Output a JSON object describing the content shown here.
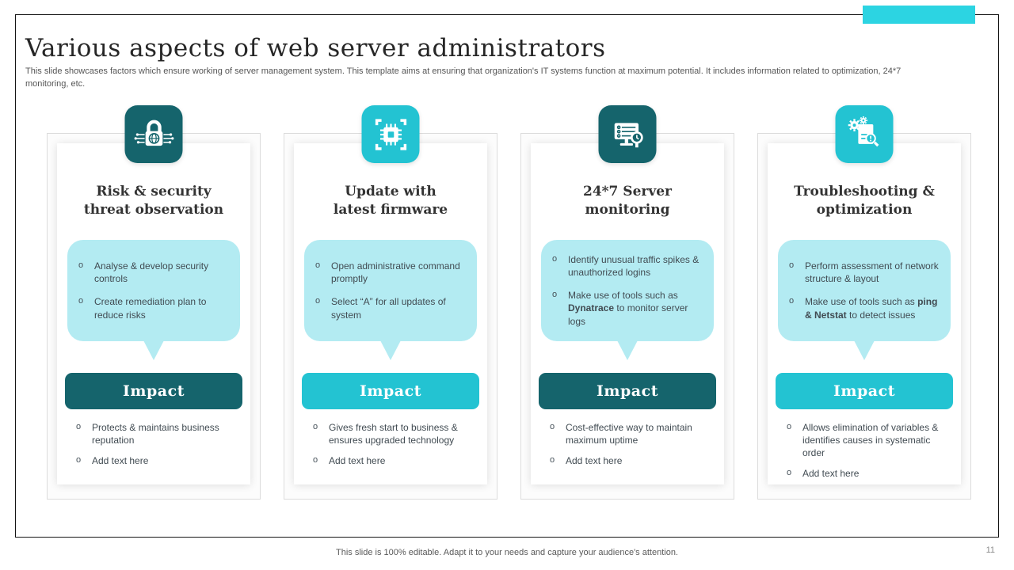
{
  "slide": {
    "title": "Various aspects of web server administrators",
    "subtitle": "This slide showcases factors which ensure working of server management system. This template aims at ensuring that organization's IT systems function at maximum potential. It includes information related to optimization, 24*7\nmonitoring, etc.",
    "footer": "This slide is 100% editable. Adapt it to your needs and capture your audience's attention.",
    "page_number": "11"
  },
  "colors": {
    "dark_teal": "#15646C",
    "cyan": "#23C3D2",
    "light_cyan": "#B3EBF2",
    "accent_bar": "#2CD4E2"
  },
  "ui": {
    "bullet_glyph": "o"
  },
  "columns": [
    {
      "theme": "dark",
      "icon": "secure-network-lock-icon",
      "title": "Risk & security\nthreat observation",
      "bubble_points": [
        {
          "pre": "Analyse & develop security controls",
          "bold": "",
          "post": ""
        },
        {
          "pre": "Create remediation plan to reduce risks",
          "bold": "",
          "post": ""
        }
      ],
      "impact_label": "Impact",
      "impact_points": [
        "Protects & maintains business reputation",
        "Add text here"
      ]
    },
    {
      "theme": "cyan",
      "icon": "firmware-chip-icon",
      "title": "Update with\nlatest firmware",
      "bubble_points": [
        {
          "pre": "Open administrative command promptly",
          "bold": "",
          "post": ""
        },
        {
          "pre": "Select “A” for all updates of system",
          "bold": "",
          "post": ""
        }
      ],
      "impact_label": "Impact",
      "impact_points": [
        "Gives fresh start to business & ensures upgraded technology",
        "Add text here"
      ]
    },
    {
      "theme": "dark",
      "icon": "server-monitoring-icon",
      "title": "24*7 Server\nmonitoring",
      "bubble_points": [
        {
          "pre": "Identify unusual traffic spikes & unauthorized logins",
          "bold": "",
          "post": ""
        },
        {
          "pre": "Make use of tools such as ",
          "bold": "Dynatrace",
          "post": " to monitor server logs"
        }
      ],
      "impact_label": "Impact",
      "impact_points": [
        "Cost-effective way to maintain maximum uptime",
        "Add text here"
      ]
    },
    {
      "theme": "cyan",
      "icon": "troubleshooting-doc-icon",
      "title": "Troubleshooting &\noptimization",
      "bubble_points": [
        {
          "pre": "Perform assessment of network structure & layout",
          "bold": "",
          "post": ""
        },
        {
          "pre": "Make use of tools such as ",
          "bold": "ping & Netstat",
          "post": " to detect issues"
        }
      ],
      "impact_label": "Impact",
      "impact_points": [
        "Allows elimination of variables & identifies causes in systematic order",
        "Add text here"
      ]
    }
  ]
}
